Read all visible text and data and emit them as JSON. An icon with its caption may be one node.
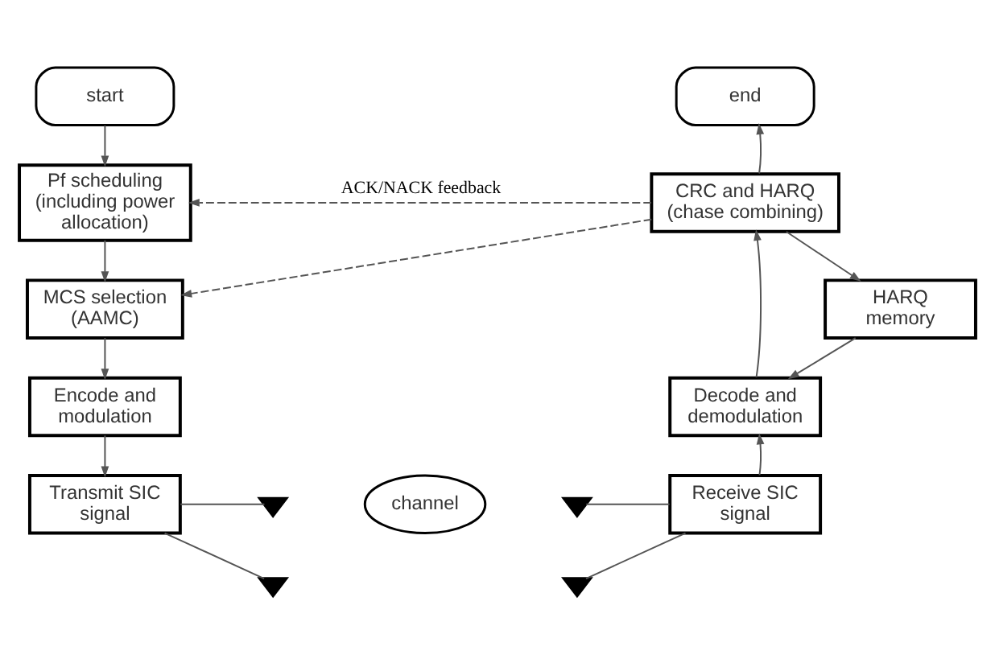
{
  "diagram": {
    "nodes": [
      {
        "text": [
          "start"
        ]
      },
      {
        "text": [
          "Pf scheduling (including power allocation)"
        ]
      },
      {
        "text": [
          "MCS selection (AAMC)"
        ]
      },
      {
        "text": [
          "Encode and modulation"
        ]
      },
      {
        "text": [
          "Transmit SIC signal"
        ]
      },
      {
        "text": [],
        "shape": "triangle"
      },
      {
        "text": [],
        "shape": "triangle"
      },
      {
        "text": [
          "channel"
        ]
      },
      {
        "text": [],
        "shape": "triangle"
      },
      {
        "text": [],
        "shape": "triangle"
      },
      {
        "text": [
          "Receive SIC signal"
        ]
      },
      {
        "text": [
          "Decode and demodulation"
        ]
      },
      {
        "text": [
          "HARQ memory"
        ]
      },
      {
        "text": [
          "CRC and HARQ (chase combining)"
        ]
      },
      {
        "text": [
          "end"
        ]
      }
    ],
    "edges": [
      {
        "from": 0,
        "to": 1,
        "arrow": "to"
      },
      {
        "from": 1,
        "to": 2,
        "arrow": "to"
      },
      {
        "from": 2,
        "to": 3,
        "arrow": "to"
      },
      {
        "from": 3,
        "to": 4,
        "arrow": "to"
      },
      {
        "from": 4,
        "to": 5,
        "arrow": "none"
      },
      {
        "from": 4,
        "to": 6,
        "arrow": "none"
      },
      {
        "from": 8,
        "to": 10,
        "arrow": "none"
      },
      {
        "from": 9,
        "to": 10,
        "arrow": "none"
      },
      {
        "from": 10,
        "to": 11,
        "arrow": "to"
      },
      {
        "from": 11,
        "to": 13,
        "arrow": "to"
      },
      {
        "from": 13,
        "to": 12,
        "arrow": "to"
      },
      {
        "from": 12,
        "to": 11,
        "arrow": "to"
      },
      {
        "from": 13,
        "to": 14,
        "arrow": "to"
      },
      {
        "from": 13,
        "to": 1,
        "arrow": "to",
        "style": "dashed",
        "label": "ACK/NACK feedback"
      },
      {
        "from": 13,
        "to": 2,
        "arrow": "to",
        "style": "dashed"
      }
    ]
  }
}
